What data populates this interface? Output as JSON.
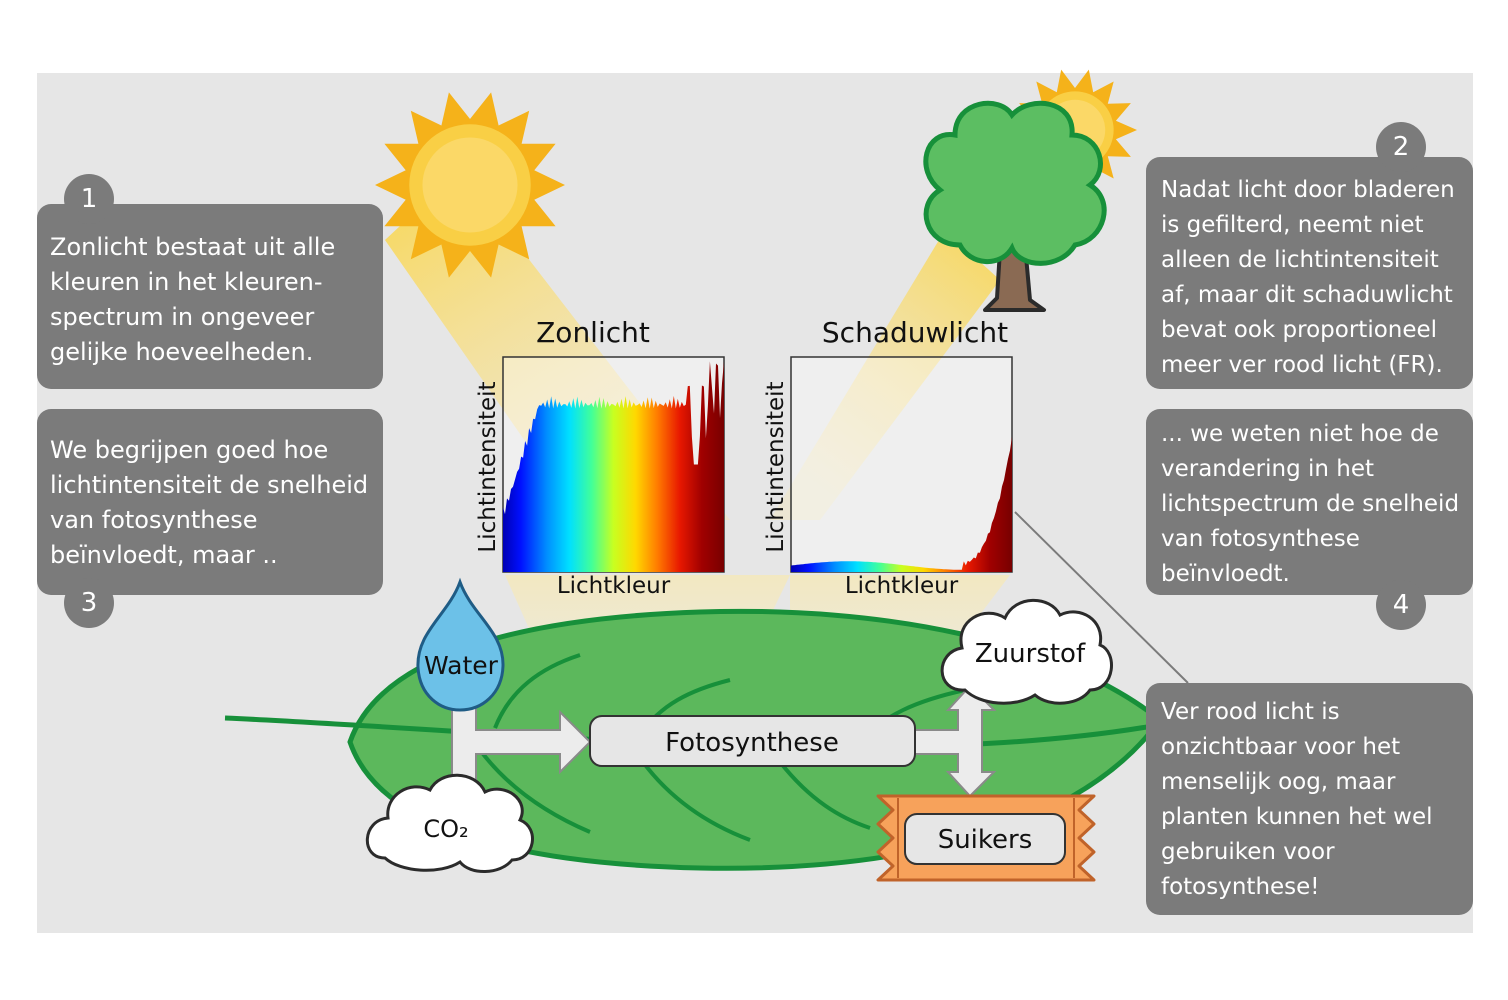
{
  "panels": [
    {
      "number": "1",
      "text": "Zonlicht bestaat uit alle kleuren in het kleuren-spectrum in ongeveer gelijke hoeveelheden."
    },
    {
      "number": "2",
      "text": "Nadat licht door bladeren is gefilterd, neemt niet alleen de lichtintensiteit af, maar dit schaduwlicht bevat ook proportioneel meer ver rood licht (FR)."
    },
    {
      "number": "3",
      "text": "We begrijpen goed hoe lichtintensiteit de snelheid van fotosynthese beïnvloedt, maar .."
    },
    {
      "number": "4",
      "text": "... we weten niet hoe de verandering in het lichtspectrum de snelheid van fotosynthese beïnvloedt."
    },
    {
      "number": "",
      "text": "Ver rood licht is onzichtbaar voor het menselijk oog, maar planten kunnen het wel gebruiken voor fotosynthese!"
    }
  ],
  "charts": {
    "sun": {
      "title": "Zonlicht",
      "xlabel": "Lichtkleur",
      "ylabel": "Lichtintensiteit"
    },
    "shade": {
      "title": "Schaduwlicht",
      "xlabel": "Lichtkleur",
      "ylabel": "Lichtintensiteit"
    }
  },
  "process": {
    "water": "Water",
    "co2": "CO₂",
    "photosynthesis": "Fotosynthese",
    "oxygen": "Zuurstof",
    "sugars": "Suikers"
  },
  "colors": {
    "background": "#e6e6e6",
    "panel": "#7b7b7b",
    "sun": "#f5b21a",
    "leaf": "#5cb85c",
    "leaf_dark": "#17903a",
    "water": "#6cc1e8",
    "candy": "#f7a25b"
  },
  "icons": [
    "sun-icon",
    "shaded-sun-icon",
    "tree-icon",
    "water-drop-icon",
    "cloud-icon",
    "leaf-icon",
    "candy-icon",
    "arrow-icon"
  ]
}
